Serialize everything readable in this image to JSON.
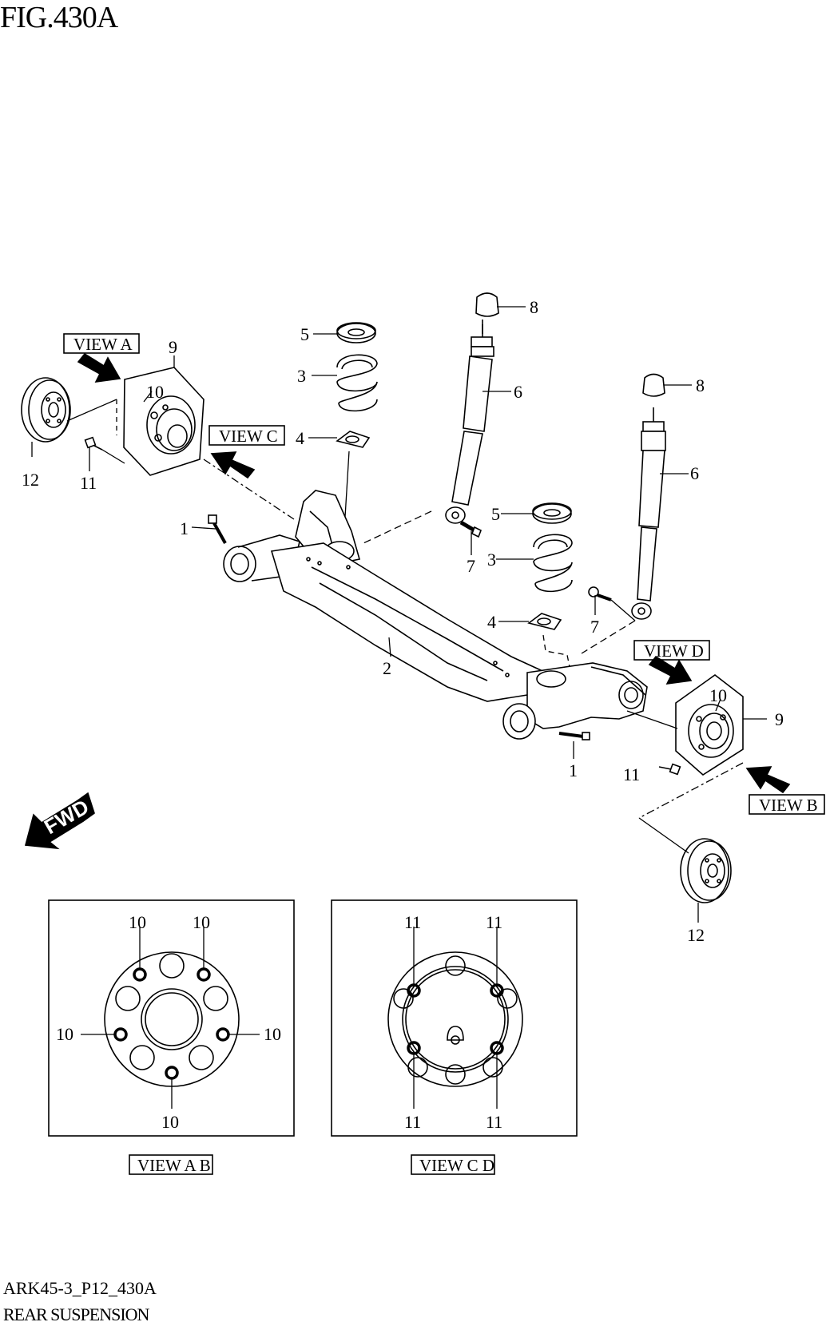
{
  "figure": {
    "title": "FIG.430A",
    "code": "ARK45-3_P12_430A",
    "name": "REAR SUSPENSION"
  },
  "view_labels": {
    "a": "VIEW A",
    "b": "VIEW B",
    "c": "VIEW C",
    "d": "VIEW D",
    "ab": "VIEW A B",
    "cd": "VIEW C D"
  },
  "direction_marker": "FWD",
  "callouts": {
    "bolt_1": "1",
    "beam_2": "2",
    "spring_3": "3",
    "seat_4": "4",
    "seat_5": "5",
    "absorber_6": "6",
    "bolt_7": "7",
    "bumper_8": "8",
    "hub_9": "9",
    "stud_10": "10",
    "bolt_11": "11",
    "drum_12": "12"
  }
}
